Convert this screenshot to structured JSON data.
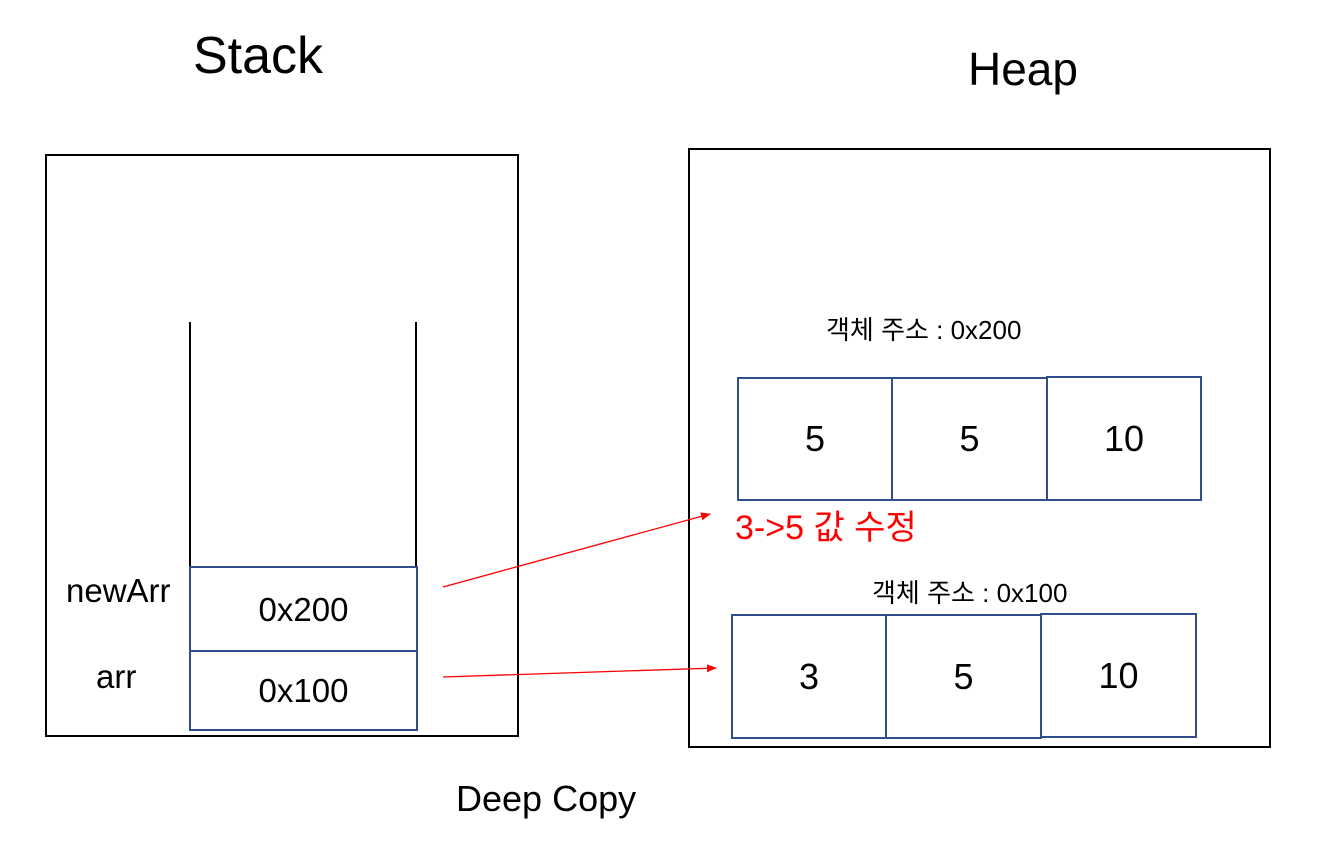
{
  "titles": {
    "stack": "Stack",
    "heap": "Heap"
  },
  "stack": {
    "vars": [
      {
        "name": "newArr",
        "value": "0x200"
      },
      {
        "name": "arr",
        "value": "0x100"
      }
    ]
  },
  "heap": {
    "objects": [
      {
        "address_label": "객체 주소 : 0x200",
        "values": [
          "5",
          "5",
          "10"
        ]
      },
      {
        "address_label": "객체 주소 : 0x100",
        "values": [
          "3",
          "5",
          "10"
        ]
      }
    ]
  },
  "annotation": "3->5 값 수정",
  "footer": "Deep Copy",
  "colors": {
    "cell_border": "#2f4f8a",
    "arrow": "#ff0000",
    "annotation": "#ff0000"
  }
}
